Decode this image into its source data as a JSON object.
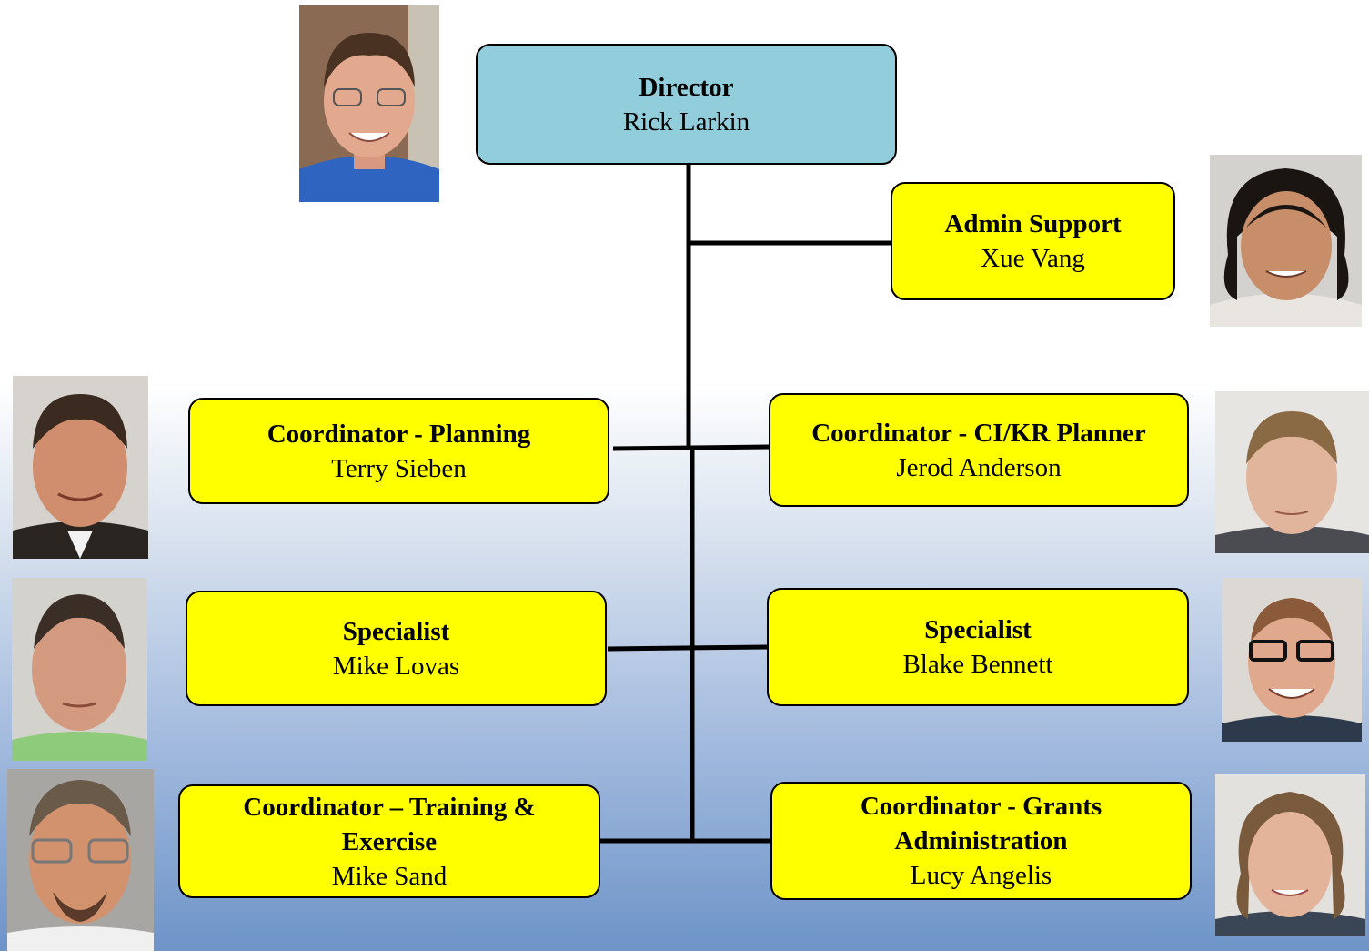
{
  "director": {
    "title": "Director",
    "name": "Rick Larkin"
  },
  "admin": {
    "title": "Admin Support",
    "name": "Xue Vang"
  },
  "left": [
    {
      "title": "Coordinator - Planning",
      "name": "Terry Sieben"
    },
    {
      "title": "Specialist",
      "name": "Mike Lovas"
    },
    {
      "title": "Coordinator – Training & Exercise",
      "name": "Mike Sand"
    }
  ],
  "right": [
    {
      "title": "Coordinator - CI/KR Planner",
      "name": "Jerod Anderson"
    },
    {
      "title": "Specialist",
      "name": "Blake Bennett"
    },
    {
      "title": "Coordinator - Grants Administration",
      "name": "Lucy Angelis"
    }
  ],
  "colors": {
    "director_fill": "#92cddc",
    "staff_fill": "#ffff00",
    "connector": "#000000"
  }
}
